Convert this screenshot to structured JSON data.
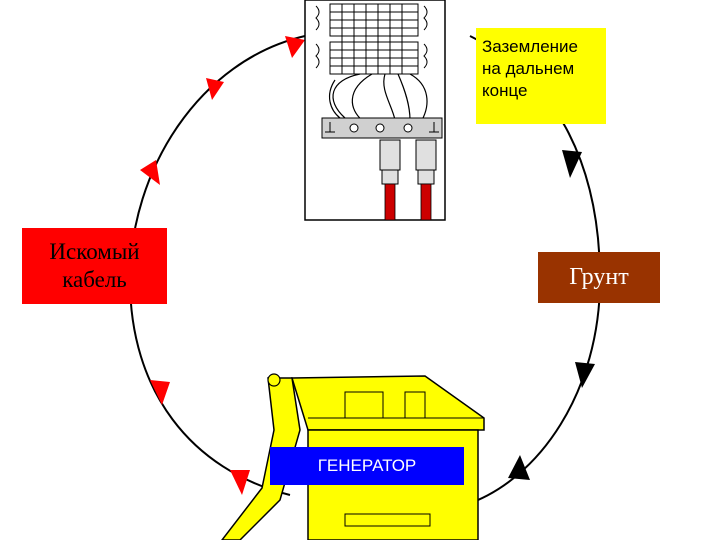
{
  "labels": {
    "far_end_grounding": "Заземление\nна дальнем\nконце",
    "cable": "Искомый\nкабель",
    "ground": "Грунт",
    "generator": "ГЕНЕРАТОР"
  },
  "colors": {
    "far_end_box": "#ffff00",
    "cable_box": "#ff0000",
    "ground_box": "#993300",
    "generator_label": "#0000ff",
    "generator_body": "#ffff00",
    "arrow_cable_side": "#ff0000",
    "arrow_ground_side": "#000000",
    "wire_leads": "#cc0000"
  },
  "icons": {
    "terminal_panel": "distribution-frame-icon",
    "generator": "signal-generator-icon"
  }
}
